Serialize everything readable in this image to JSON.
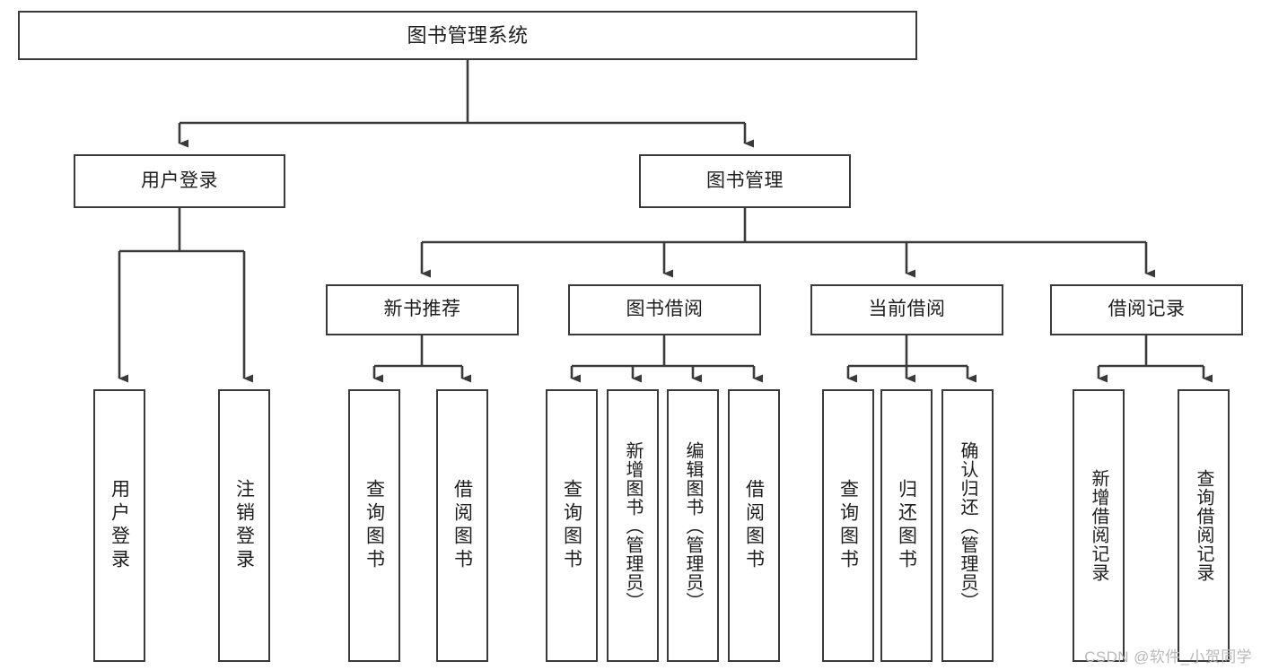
{
  "diagram": {
    "title": "图书管理系统",
    "watermark": "CSDN @软件_小贺同学",
    "line_color": "#3a3a3a",
    "box_fill": "#ffffff",
    "text_color": "#1d1d1d",
    "levels": {
      "root": "图书管理系统",
      "level1": [
        "用户登录",
        "图书管理"
      ],
      "level2": [
        "新书推荐",
        "图书借阅",
        "当前借阅",
        "借阅记录"
      ],
      "level3": [
        "用户登录",
        "注销登录",
        "查询图书",
        "借阅图书",
        "查询图书",
        "新增图书（管理员）",
        "编辑图书（管理员）",
        "借阅图书",
        "查询图书",
        "归还图书",
        "确认归还（管理员）",
        "新增借阅记录",
        "查询借阅记录"
      ]
    },
    "nodes": {
      "root": {
        "label": "图书管理系统"
      },
      "user_login": {
        "label": "用户登录"
      },
      "book_manage": {
        "label": "图书管理"
      },
      "new_book_rec": {
        "label": "新书推荐"
      },
      "book_borrow": {
        "label": "图书借阅"
      },
      "current_borrow": {
        "label": "当前借阅"
      },
      "borrow_record": {
        "label": "借阅记录"
      },
      "leaf_user_login": {
        "label": "用户登录"
      },
      "leaf_logout": {
        "label": "注销登录"
      },
      "leaf_query_book_1": {
        "label": "查询图书"
      },
      "leaf_borrow_book_1": {
        "label": "借阅图书"
      },
      "leaf_query_book_2": {
        "label": "查询图书"
      },
      "leaf_add_book": {
        "label": "新增图书（管理员）"
      },
      "leaf_edit_book": {
        "label": "编辑图书（管理员）"
      },
      "leaf_borrow_book_2": {
        "label": "借阅图书"
      },
      "leaf_query_book_3": {
        "label": "查询图书"
      },
      "leaf_return_book": {
        "label": "归还图书"
      },
      "leaf_confirm_return": {
        "label": "确认归还（管理员）"
      },
      "leaf_add_record": {
        "label": "新增借阅记录"
      },
      "leaf_query_record": {
        "label": "查询借阅记录"
      }
    }
  }
}
